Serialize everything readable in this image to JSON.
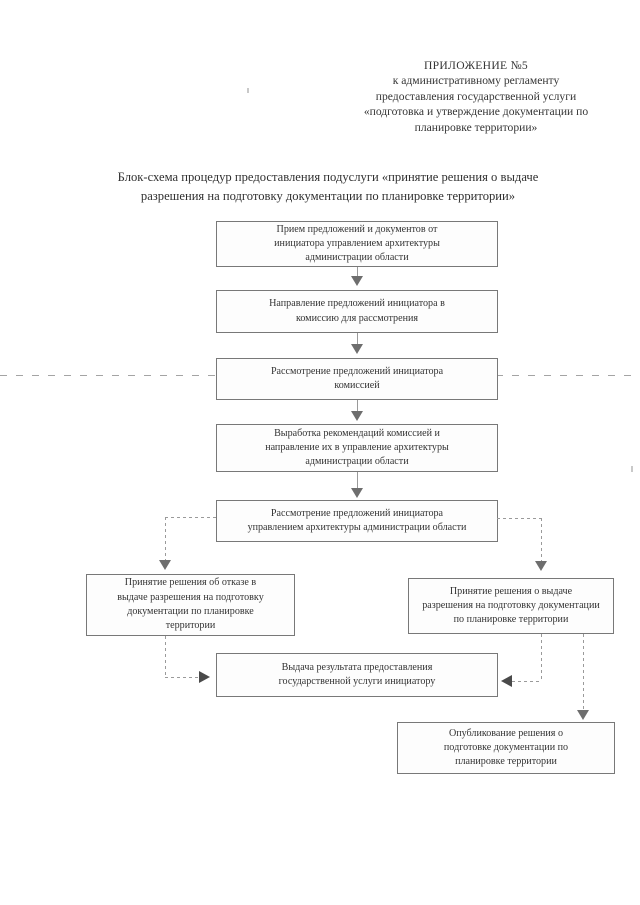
{
  "document": {
    "header_lines": [
      "ПРИЛОЖЕНИЕ №5",
      "к административному регламенту",
      "предоставления государственной услуги",
      "«подготовка и утверждение документации по",
      "планировке территории»"
    ],
    "title_lines": [
      "Блок-схема процедур предоставления подуслуги «принятие решения о выдаче",
      "разрешения на подготовку документации по планировке территории»"
    ]
  },
  "flowchart": {
    "nodes": [
      {
        "id": "node-intake",
        "lines": [
          "Прием предложений и документов от",
          "инициатора управлением архитектуры",
          "администрации области"
        ]
      },
      {
        "id": "node-forward-commission",
        "lines": [
          "Направление предложений инициатора в",
          "комиссию для рассмотрения"
        ]
      },
      {
        "id": "node-review-commission",
        "lines": [
          "Рассмотрение предложений инициатора",
          "комиссией"
        ]
      },
      {
        "id": "node-recommendations",
        "lines": [
          "Выработка рекомендаций комиссией и",
          "направление их в управление архитектуры",
          "администрации области"
        ]
      },
      {
        "id": "node-review-architecture",
        "lines": [
          "Рассмотрение предложений инициатора",
          "управлением архитектуры администрации области"
        ]
      },
      {
        "id": "node-refusal",
        "lines": [
          "Принятие решения об отказе в",
          "выдаче разрешения на подготовку",
          "документации по планировке",
          "территории"
        ]
      },
      {
        "id": "node-approval",
        "lines": [
          "Принятие решения о выдаче",
          "разрешения на подготовку документации",
          "по планировке территории"
        ]
      },
      {
        "id": "node-issue-result",
        "lines": [
          "Выдача результата предоставления",
          "государственной услуги инициатору"
        ]
      },
      {
        "id": "node-publication",
        "lines": [
          "Опубликование решения о",
          "подготовке документации по",
          "планировке территории"
        ]
      }
    ]
  },
  "colors": {
    "page_background": "#ffffff",
    "text": "#333333",
    "box_border": "#787878",
    "connector": "#9a9a9a",
    "arrowhead": "#4a4a4a"
  }
}
